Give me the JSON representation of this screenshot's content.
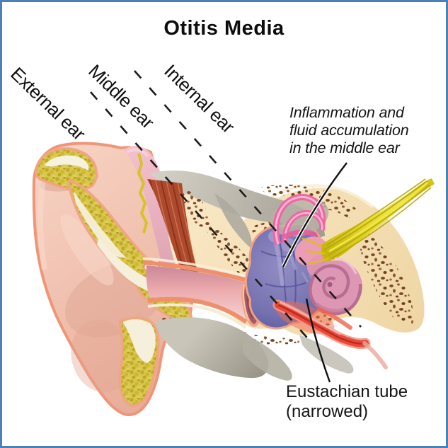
{
  "title": "Otitis Media",
  "region_labels": [
    {
      "id": "external-ear",
      "label": "External ear"
    },
    {
      "id": "middle-ear",
      "label": "Middle ear"
    },
    {
      "id": "internal-ear",
      "label": "Internal ear"
    }
  ],
  "annotations": [
    {
      "id": "inflammation",
      "lines": [
        "Inflammation and",
        "fluid accumulation",
        "in the middle ear"
      ]
    },
    {
      "id": "eustachian",
      "lines": [
        "Eustachian tube",
        "(narrowed)"
      ]
    }
  ],
  "colors": {
    "frame_border": "#4c80b8",
    "background": "#ffffff",
    "skin": "#f2c3b2",
    "skin_rim": "#ef9579",
    "cartilage": "#d8c84f",
    "cartilage_cream": "#f5efdb",
    "bone_tan": "#f6e2ba",
    "bone_speckle": "#7c4a2b",
    "bone_gray": "#b5b1a5",
    "muscle_red": "#ad4a2d",
    "middle_ear_fluid": "#7a77b4",
    "inner_ear_pink": "#ee66a4",
    "cochlea_pink": "#dd97b4",
    "nerve_yellow": "#d8c611",
    "eustachian_red": "#ea4a38",
    "label_text": "#111111"
  }
}
